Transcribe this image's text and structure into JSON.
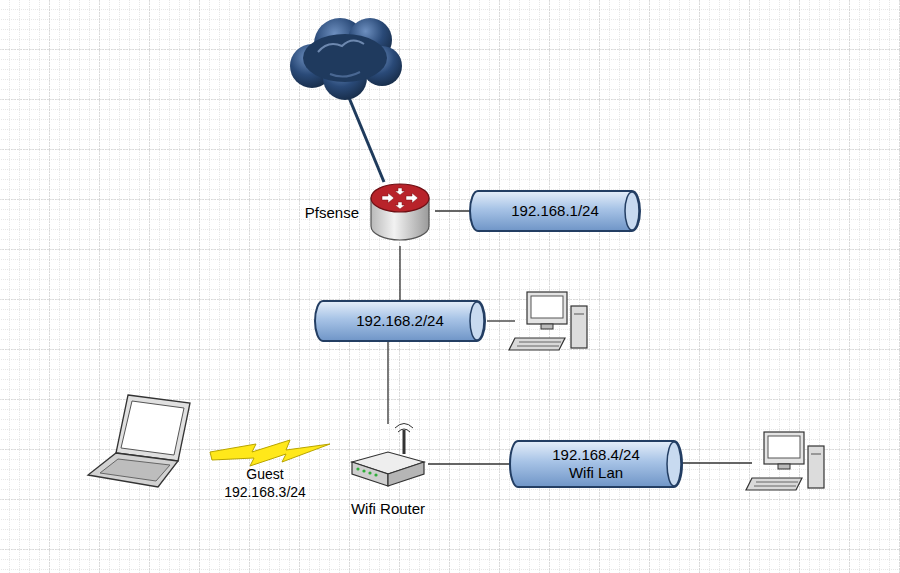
{
  "diagram": {
    "nodes": [
      {
        "text": [
          "Pfsense"
        ]
      },
      {
        "text": [
          "192.168.1/24"
        ]
      },
      {
        "text": [
          "192.168.2/24"
        ]
      },
      {
        "text": [
          "Wifi Router"
        ]
      },
      {
        "text": [
          "192.168.4/24 Wifi Lan"
        ]
      }
    ],
    "edges": [
      {
        "from": 0,
        "to": 1,
        "arrow": "none"
      },
      {
        "from": 0,
        "to": 2,
        "arrow": "none"
      },
      {
        "from": 2,
        "to": 3,
        "arrow": "none"
      },
      {
        "from": 3,
        "to": 4,
        "arrow": "none"
      }
    ],
    "labels": [
      "Guest 192.168.3/24"
    ]
  }
}
